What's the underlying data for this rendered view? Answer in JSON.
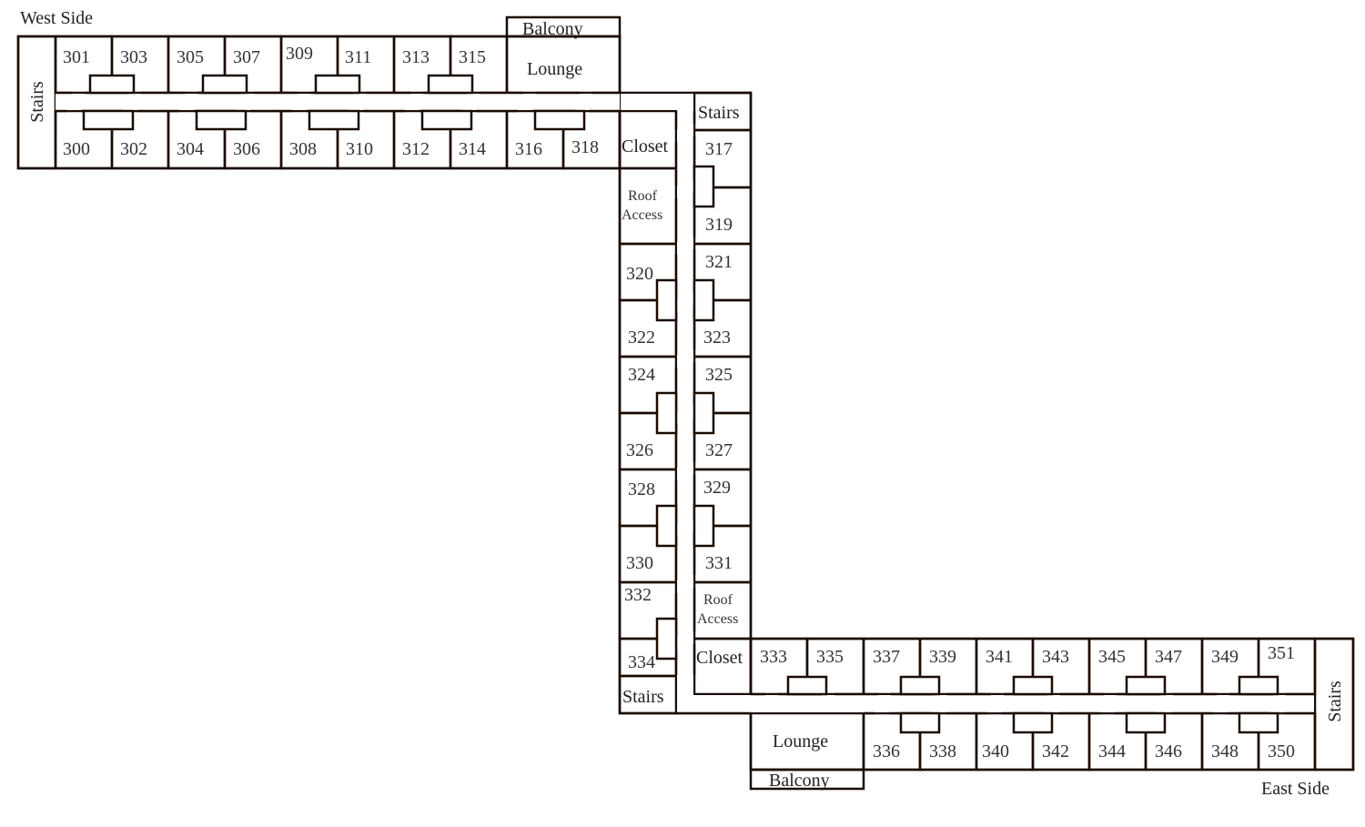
{
  "captions": {
    "west": "West Side",
    "east": "East Side"
  },
  "labels": {
    "stairs": "Stairs",
    "lounge": "Lounge",
    "balcony": "Balcony",
    "closet": "Closet",
    "roof1": "Roof",
    "roof2": "Access"
  },
  "rooms": {
    "r300": "300",
    "r301": "301",
    "r302": "302",
    "r303": "303",
    "r304": "304",
    "r305": "305",
    "r306": "306",
    "r307": "307",
    "r308": "308",
    "r309": "309",
    "r310": "310",
    "r311": "311",
    "r312": "312",
    "r313": "313",
    "r314": "314",
    "r315": "315",
    "r316": "316",
    "r317": "317",
    "r318": "318",
    "r319": "319",
    "r320": "320",
    "r321": "321",
    "r322": "322",
    "r323": "323",
    "r324": "324",
    "r325": "325",
    "r326": "326",
    "r327": "327",
    "r328": "328",
    "r329": "329",
    "r330": "330",
    "r331": "331",
    "r332": "332",
    "r333": "333",
    "r334": "334",
    "r335": "335",
    "r336": "336",
    "r337": "337",
    "r338": "338",
    "r339": "339",
    "r340": "340",
    "r341": "341",
    "r342": "342",
    "r343": "343",
    "r344": "344",
    "r345": "345",
    "r346": "346",
    "r347": "347",
    "r348": "348",
    "r349": "349",
    "r350": "350",
    "r351": "351"
  }
}
